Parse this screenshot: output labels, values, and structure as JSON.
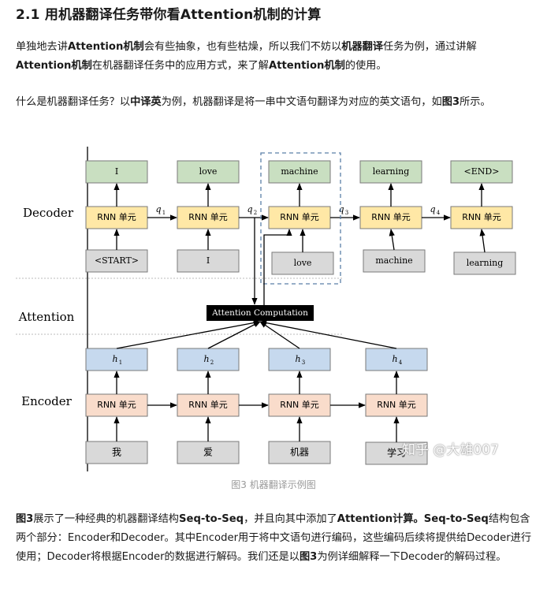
{
  "heading": "2.1 用机器翻译任务带你看Attention机制的计算",
  "para1": [
    {
      "t": "单独地去讲",
      "b": false
    },
    {
      "t": "Attention机制",
      "b": true
    },
    {
      "t": "会有些抽象，也有些枯燥，所以我们不妨以",
      "b": false
    },
    {
      "t": "机器翻译",
      "b": true
    },
    {
      "t": "任务为例，通过讲解",
      "b": false
    },
    {
      "t": "Attention机制",
      "b": true
    },
    {
      "t": "在机器翻译任务中的应用方式，来了解",
      "b": false
    },
    {
      "t": "Attention机制",
      "b": true
    },
    {
      "t": "的使用。",
      "b": false
    }
  ],
  "para2": [
    {
      "t": "什么是机器翻译任务？以",
      "b": false
    },
    {
      "t": "中译英",
      "b": true
    },
    {
      "t": "为例，机器翻译是将一串中文语句翻译为对应的英文语句，如",
      "b": false
    },
    {
      "t": "图3",
      "b": true
    },
    {
      "t": "所示。",
      "b": false
    }
  ],
  "para3": [
    {
      "t": "图3",
      "b": true
    },
    {
      "t": "展示了一种经典的机器翻译结构",
      "b": false
    },
    {
      "t": "Seq-to-Seq",
      "b": true
    },
    {
      "t": "，并且向其中添加了",
      "b": false
    },
    {
      "t": "Attention计算。Seq-to-Seq",
      "b": true
    },
    {
      "t": "结构包含两个部分：Encoder和Decoder。其中Encoder用于将中文语句进行编码，这些编码后续将提供给Decoder进行使用；Decoder将根据Encoder的数据进行解码。我们还是以",
      "b": false
    },
    {
      "t": "图3",
      "b": true
    },
    {
      "t": "为例详细解释一下Decoder的解码过程。",
      "b": false
    }
  ],
  "figure": {
    "row_labels": {
      "decoder": "Decoder",
      "attention": "Attention",
      "encoder": "Encoder"
    },
    "decoder_outputs": [
      "I",
      "love",
      "machine",
      "learning",
      "<END>"
    ],
    "rnn_label": "RNN 单元",
    "decoder_inputs": [
      "<START>",
      "I",
      "love",
      "machine",
      "learning"
    ],
    "q_labels": [
      "q",
      "q",
      "q",
      "q"
    ],
    "q_subs": [
      "1",
      "2",
      "3",
      "4"
    ],
    "attention_label": "Attention Computation",
    "h_labels": [
      "h",
      "h",
      "h",
      "h"
    ],
    "h_subs": [
      "1",
      "2",
      "3",
      "4"
    ],
    "encoder_inputs": [
      "我",
      "爱",
      "机器",
      "学习"
    ],
    "colors": {
      "output": "#c9dfc1",
      "rnn": "#ffe8a6",
      "input": "#d9d9d9",
      "hidden": "#c6d9ee",
      "enc_rnn": "#f9dccb",
      "attn_bg": "#000000"
    }
  },
  "caption": "图3 机器翻译示例图",
  "watermark": "知乎 @大雄007"
}
